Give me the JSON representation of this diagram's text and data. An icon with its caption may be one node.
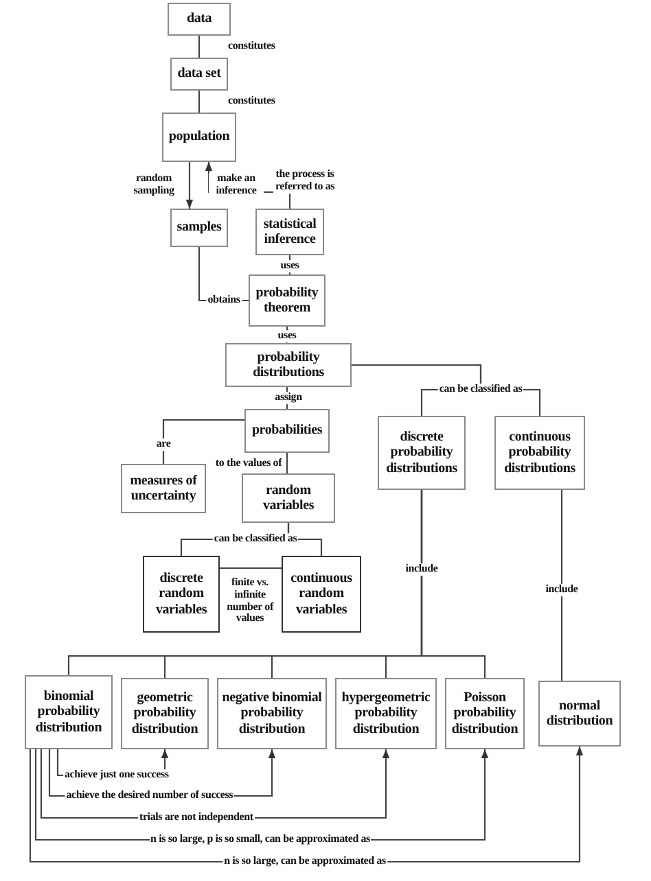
{
  "diagram": {
    "nodes": [
      {
        "text": [
          "data"
        ]
      },
      {
        "text": [
          "data set"
        ]
      },
      {
        "text": [
          "population"
        ]
      },
      {
        "text": [
          "samples"
        ]
      },
      {
        "text": [
          "statistical inference"
        ]
      },
      {
        "text": [
          "probability theorem"
        ]
      },
      {
        "text": [
          "probability distributions"
        ]
      },
      {
        "text": [
          "probabilities"
        ]
      },
      {
        "text": [
          "measures of uncertainty"
        ]
      },
      {
        "text": [
          "random variables"
        ]
      },
      {
        "text": [
          "discrete random variables"
        ]
      },
      {
        "text": [
          "continuous random variables"
        ]
      },
      {
        "text": [
          "discrete probability distributions"
        ]
      },
      {
        "text": [
          "continuous probability distributions"
        ]
      },
      {
        "text": [
          "binomial probability distribution"
        ]
      },
      {
        "text": [
          "geometric probability distribution"
        ]
      },
      {
        "text": [
          "negative binomial probability distribution"
        ]
      },
      {
        "text": [
          "hypergeometric probability distribution"
        ]
      },
      {
        "text": [
          "Poisson probability distribution"
        ]
      },
      {
        "text": [
          "normal distribution"
        ]
      }
    ],
    "edges": [
      {
        "from": 0,
        "to": 1,
        "arrow": "none",
        "label": "constitutes"
      },
      {
        "from": 1,
        "to": 2,
        "arrow": "none",
        "label": "constitutes"
      },
      {
        "from": 2,
        "to": 3,
        "arrow": "to",
        "label": "random sampling"
      },
      {
        "from": 4,
        "to": 2,
        "arrow": "to",
        "label": "make an inference"
      },
      {
        "from": 4,
        "to": 5,
        "arrow": "none",
        "label": "uses"
      },
      {
        "from": 3,
        "to": 5,
        "arrow": "none",
        "label": "obtains"
      },
      {
        "from": 5,
        "to": 6,
        "arrow": "none",
        "label": "uses"
      },
      {
        "from": 6,
        "to": 7,
        "arrow": "none",
        "label": "assign"
      },
      {
        "from": 6,
        "to": 12,
        "arrow": "none",
        "label": "can be classified as"
      },
      {
        "from": 6,
        "to": 13,
        "arrow": "none"
      },
      {
        "from": 7,
        "to": 8,
        "arrow": "none",
        "label": "are"
      },
      {
        "from": 7,
        "to": 9,
        "arrow": "none",
        "label": "to the values of"
      },
      {
        "from": 9,
        "to": 10,
        "arrow": "none",
        "label": "can be classified as"
      },
      {
        "from": 9,
        "to": 11,
        "arrow": "none"
      },
      {
        "from": 10,
        "to": 11,
        "arrow": "none",
        "label": "finite vs. infinite number of values"
      },
      {
        "from": 12,
        "to": 14,
        "arrow": "none",
        "label": "include"
      },
      {
        "from": 12,
        "to": 15,
        "arrow": "none"
      },
      {
        "from": 12,
        "to": 16,
        "arrow": "none"
      },
      {
        "from": 12,
        "to": 17,
        "arrow": "none"
      },
      {
        "from": 12,
        "to": 18,
        "arrow": "none"
      },
      {
        "from": 13,
        "to": 19,
        "arrow": "none",
        "label": "include"
      },
      {
        "from": 14,
        "to": 15,
        "arrow": "to",
        "label": "achieve just one success"
      },
      {
        "from": 14,
        "to": 16,
        "arrow": "to",
        "label": "achieve the desired number of success"
      },
      {
        "from": 14,
        "to": 17,
        "arrow": "to",
        "label": "trials are not independent"
      },
      {
        "from": 14,
        "to": 18,
        "arrow": "to",
        "label": "n is so large, p is so small, can be approximated as"
      },
      {
        "from": 14,
        "to": 19,
        "arrow": "to",
        "label": "n is so large, can be approximated as"
      }
    ],
    "labels": [
      "the process is referred to as"
    ]
  }
}
